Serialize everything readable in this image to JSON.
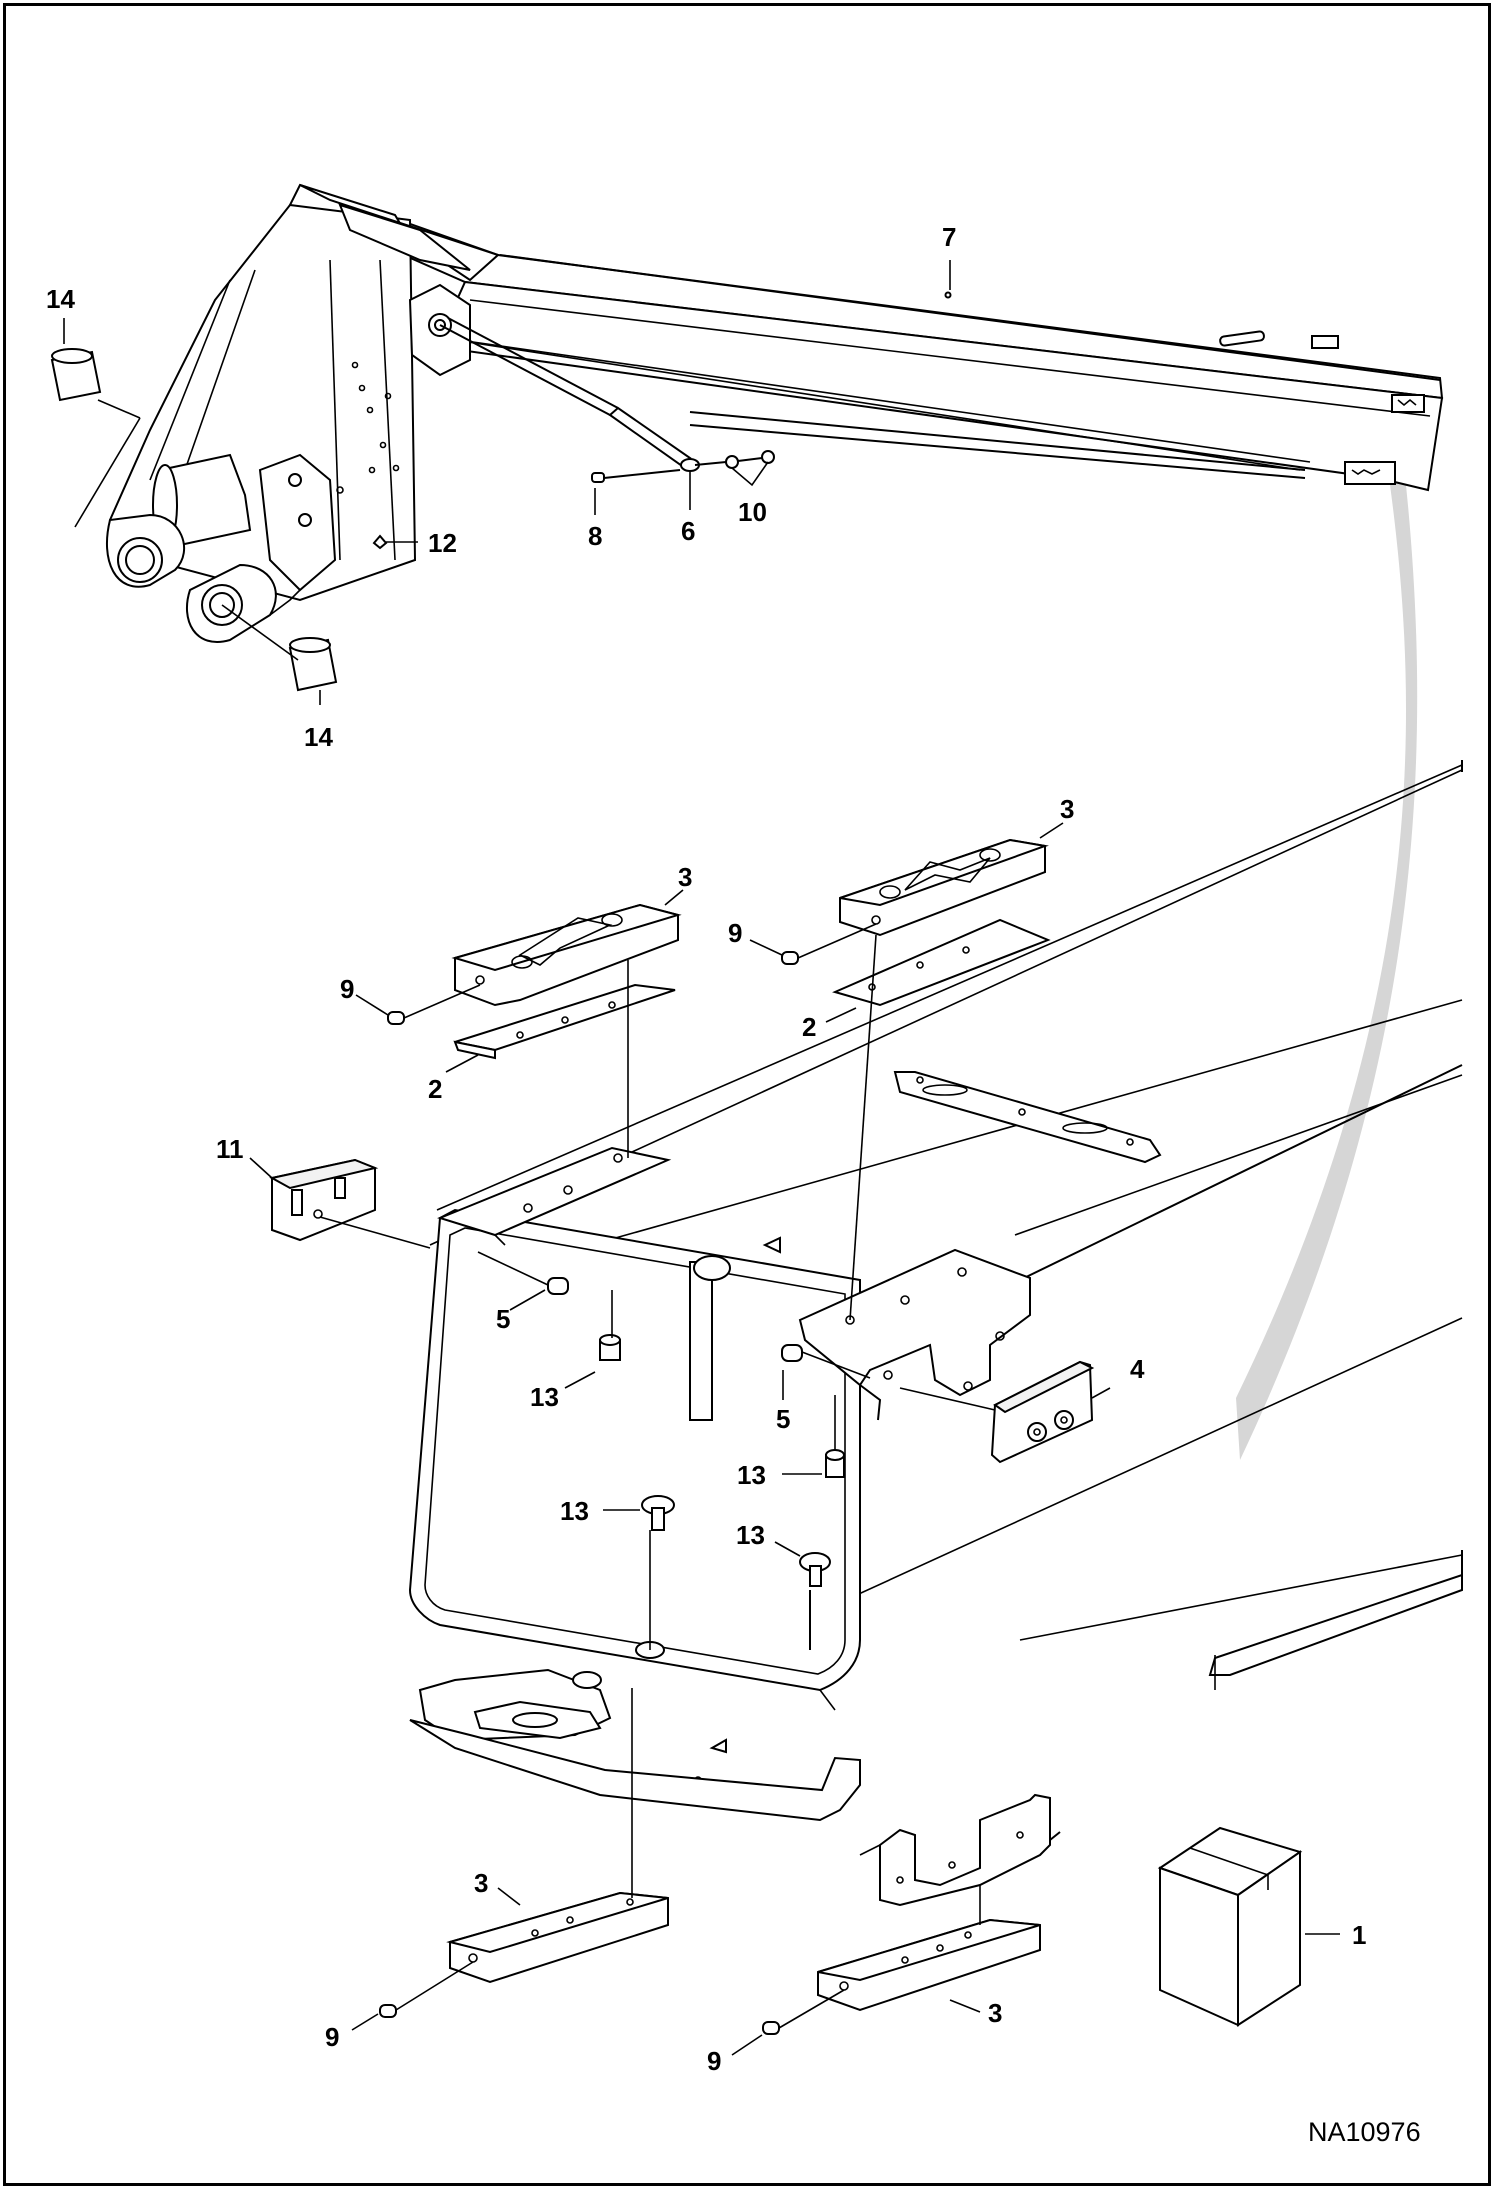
{
  "figure": {
    "reference_code": "NA10976",
    "callouts": {
      "c1": "1",
      "c2a": "2",
      "c2b": "2",
      "c3a": "3",
      "c3b": "3",
      "c3c": "3",
      "c3d": "3",
      "c4": "4",
      "c5a": "5",
      "c5b": "5",
      "c6": "6",
      "c7": "7",
      "c8": "8",
      "c9a": "9",
      "c9b": "9",
      "c9c": "9",
      "c9d": "9",
      "c10": "10",
      "c11": "11",
      "c12": "12",
      "c13a": "13",
      "c13b": "13",
      "c13c": "13",
      "c13d": "13",
      "c14a": "14",
      "c14b": "14"
    }
  },
  "colors": {
    "line": "#000000",
    "background": "#ffffff",
    "connector_band": "#d6d6d6",
    "face_fill": "#f2f2f2"
  }
}
